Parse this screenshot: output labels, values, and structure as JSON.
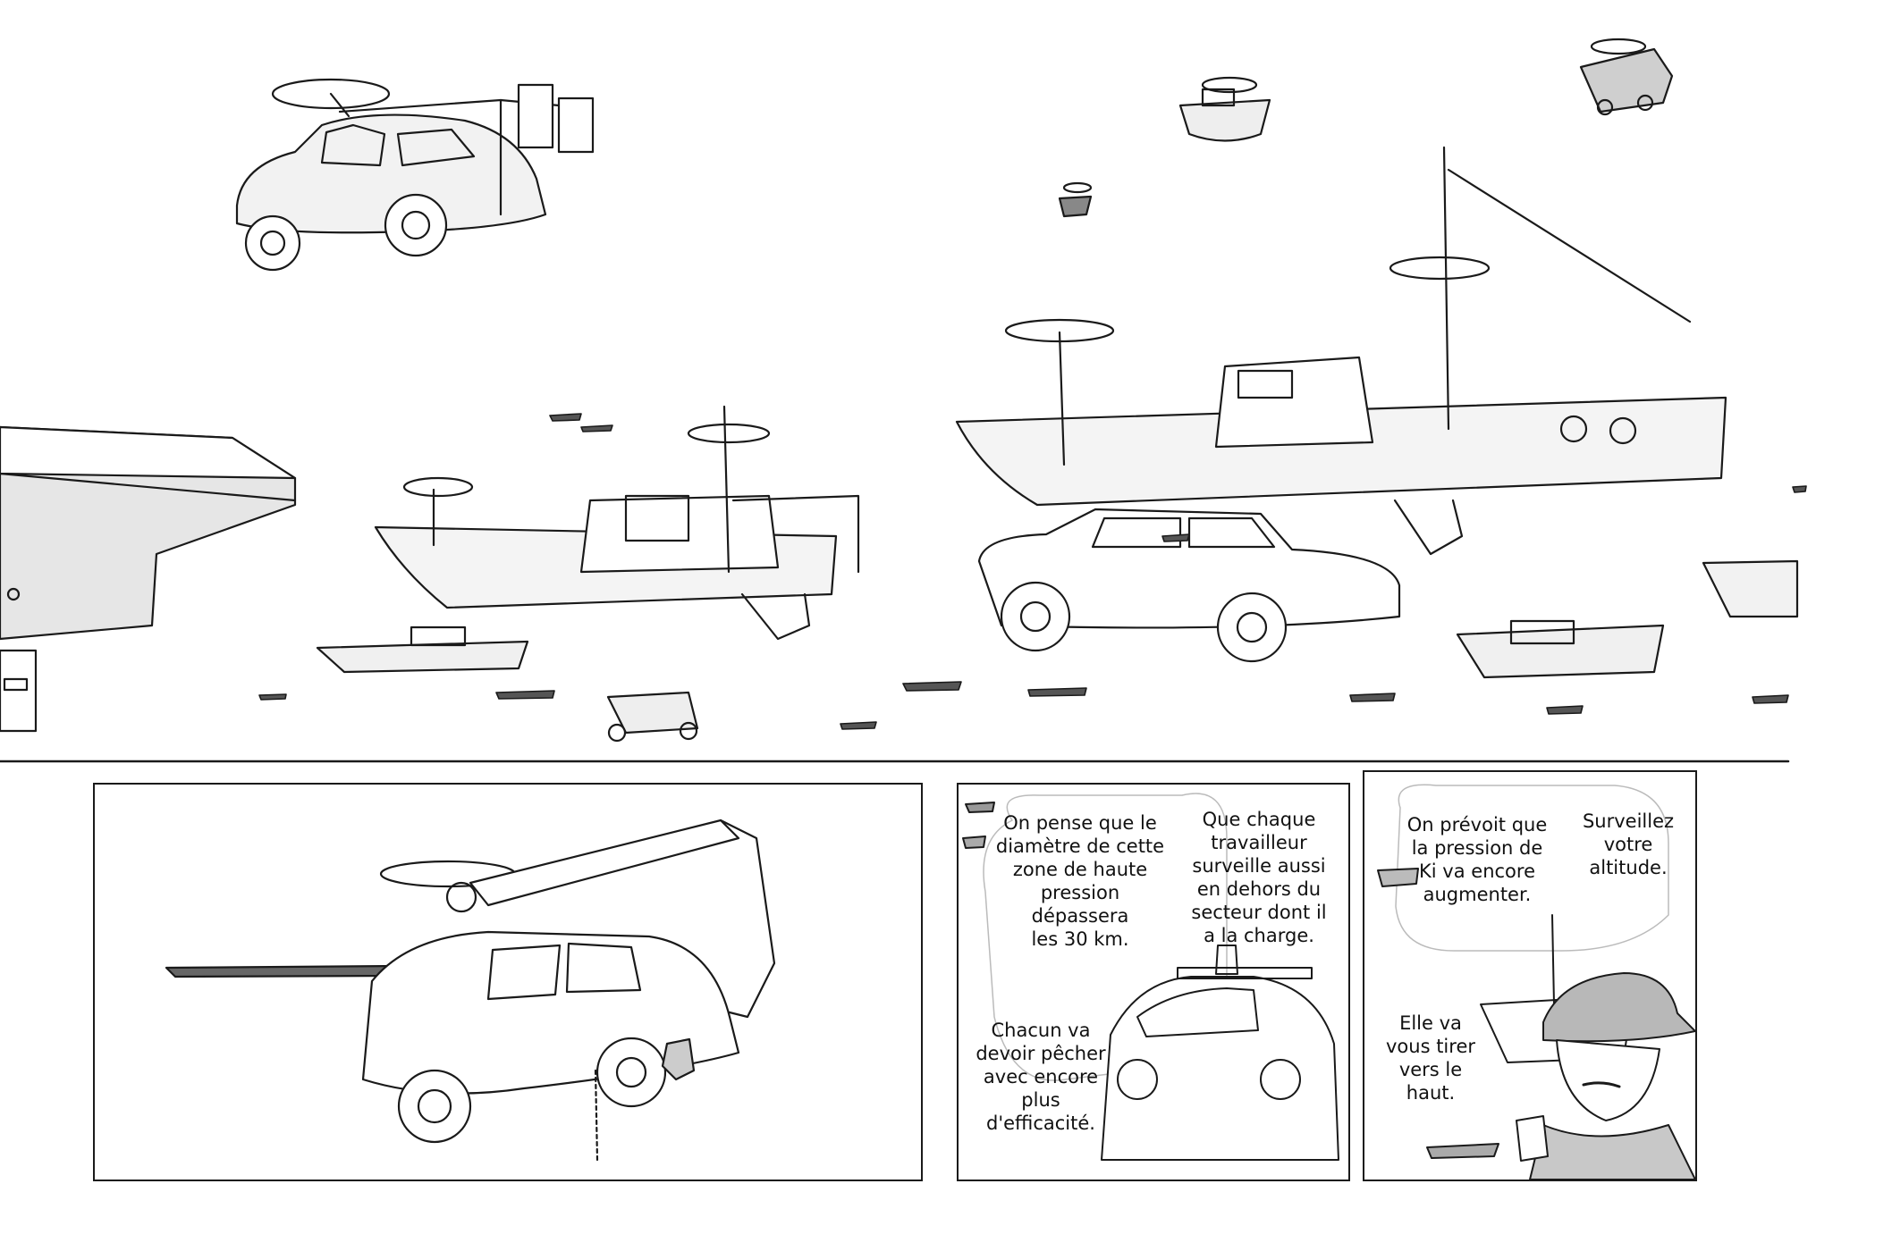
{
  "page": {
    "background": "#ffffff",
    "ink": "#1a1a1a"
  },
  "panel_middle": {
    "bubble_1": "On pense que le\ndiamètre de cette\nzone de haute\npression dépassera\nles 30 km.",
    "bubble_2": "Que chaque\ntravailleur\nsurveille aussi\nen dehors du\nsecteur dont il\na la charge.",
    "bubble_3": "Chacun va\ndevoir pêcher\navec encore\nplus\nd'efficacité."
  },
  "panel_right": {
    "bubble_1": "On prévoit que\nla pression de\nKi va encore\naugmenter.",
    "bubble_2": "Surveillez\nvotre\naltitude.",
    "bubble_3": "Elle va\nvous tirer\nvers le\nhaut."
  }
}
